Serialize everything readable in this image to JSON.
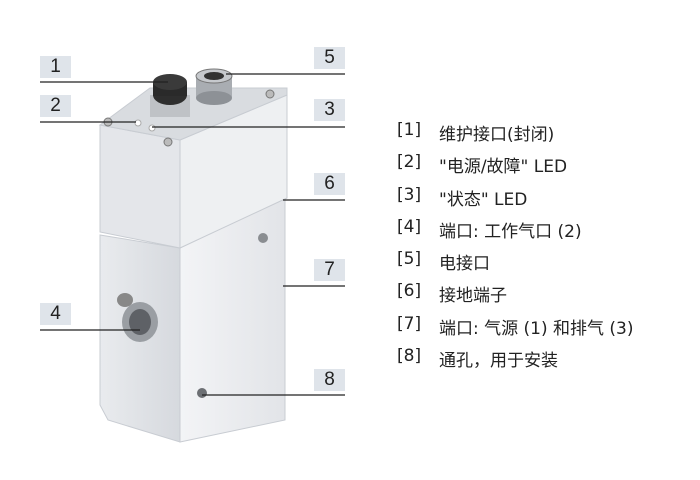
{
  "callouts": [
    "1",
    "2",
    "3",
    "4",
    "5",
    "6",
    "7",
    "8"
  ],
  "legend": [
    {
      "num": "[1]",
      "text": "维护接口(封闭)"
    },
    {
      "num": "[2]",
      "text": "\"电源/故障\" LED"
    },
    {
      "num": "[3]",
      "text": "\"状态\" LED"
    },
    {
      "num": "[4]",
      "text": "端口: 工作气口 (2)"
    },
    {
      "num": "[5]",
      "text": "电接口"
    },
    {
      "num": "[6]",
      "text": "接地端子"
    },
    {
      "num": "[7]",
      "text": "端口: 气源 (1) 和排气 (3)"
    },
    {
      "num": "[8]",
      "text": "通孔，用于安装"
    }
  ]
}
